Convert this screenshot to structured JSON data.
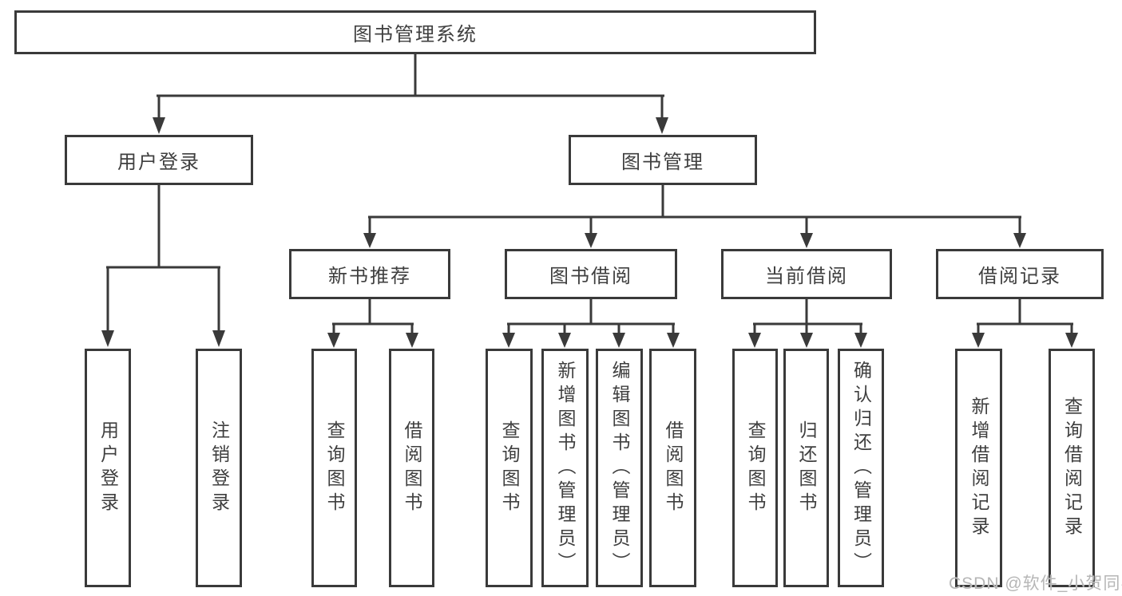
{
  "diagram_title": "图书管理系统",
  "colors": {
    "line": "#3a3a3a",
    "text": "#3f3f3f",
    "background": "#ffffff",
    "watermark": "#b6b6b6"
  },
  "tree": {
    "root": {
      "label": "图书管理系统",
      "children": [
        {
          "label": "用户登录",
          "children": [
            {
              "label": "用户登录"
            },
            {
              "label": "注销登录"
            }
          ]
        },
        {
          "label": "图书管理",
          "children": [
            {
              "label": "新书推荐",
              "children": [
                {
                  "label": "查询图书"
                },
                {
                  "label": "借阅图书"
                }
              ]
            },
            {
              "label": "图书借阅",
              "children": [
                {
                  "label": "查询图书"
                },
                {
                  "label": "新增图书（管理员）"
                },
                {
                  "label": "编辑图书（管理员）"
                },
                {
                  "label": "借阅图书"
                }
              ]
            },
            {
              "label": "当前借阅",
              "children": [
                {
                  "label": "查询图书"
                },
                {
                  "label": "归还图书"
                },
                {
                  "label": "确认归还（管理员）"
                }
              ]
            },
            {
              "label": "借阅记录",
              "children": [
                {
                  "label": "新增借阅记录"
                },
                {
                  "label": "查询借阅记录"
                }
              ]
            }
          ]
        }
      ]
    }
  },
  "watermark": {
    "text": "CSDN @软件_小贺同学"
  }
}
